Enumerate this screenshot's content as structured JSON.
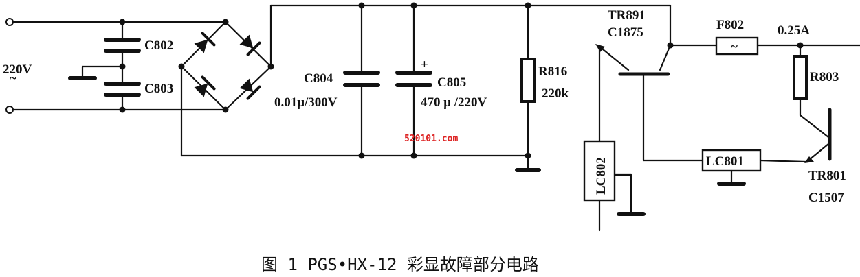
{
  "labels": {
    "input_voltage": "220V",
    "input_ac": "~",
    "c802": "C802",
    "c803": "C803",
    "c804": "C804",
    "c804_value": "0.01μ/300V",
    "c805": "C805",
    "c805_value": "470 μ /220V",
    "c805_polarity": "+",
    "r816": "R816",
    "r816_value": "220k",
    "tr891": "TR891",
    "tr891_part": "C1875",
    "f802": "F802",
    "f802_symbol": "~",
    "fuse_current": "0.25A",
    "r803": "R803",
    "lc801": "LC801",
    "lc802": "LC802",
    "tr801": "TR801",
    "tr801_part": "C1507"
  },
  "watermark": "520101.com",
  "caption": "图 1 PGS•HX-12 彩显故障部分电路"
}
